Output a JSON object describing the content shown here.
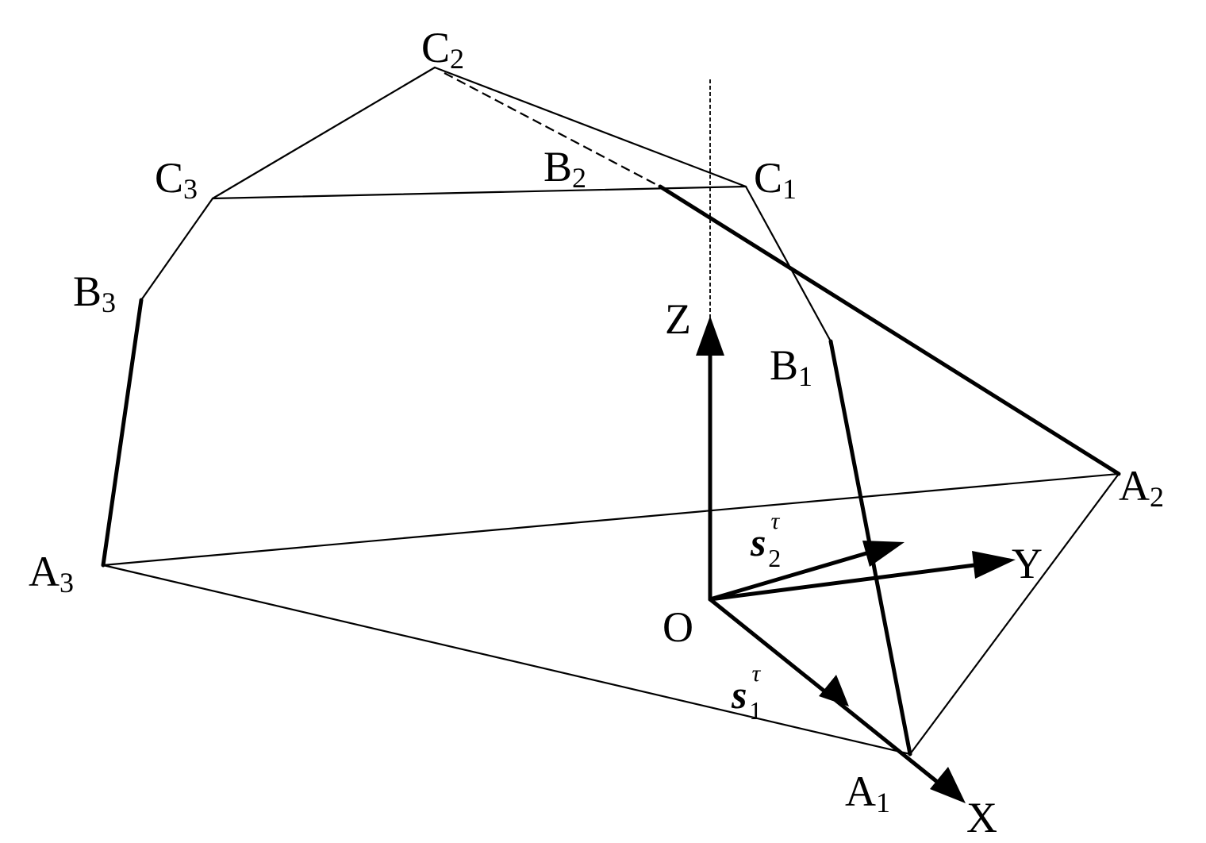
{
  "points": {
    "C2": {
      "base": "C",
      "sub": "2"
    },
    "C3": {
      "base": "C",
      "sub": "3"
    },
    "C1": {
      "base": "C",
      "sub": "1"
    },
    "B2": {
      "base": "B",
      "sub": "2"
    },
    "B3": {
      "base": "B",
      "sub": "3"
    },
    "B1": {
      "base": "B",
      "sub": "1"
    },
    "A2": {
      "base": "A",
      "sub": "2"
    },
    "A3": {
      "base": "A",
      "sub": "3"
    },
    "A1": {
      "base": "A",
      "sub": "1"
    }
  },
  "axes": {
    "origin": "O",
    "x": "X",
    "y": "Y",
    "z": "Z"
  },
  "vectors": {
    "s1": {
      "base": "s",
      "sup": "τ",
      "sub": "1"
    },
    "s2": {
      "base": "s",
      "sup": "τ",
      "sub": "2"
    }
  }
}
